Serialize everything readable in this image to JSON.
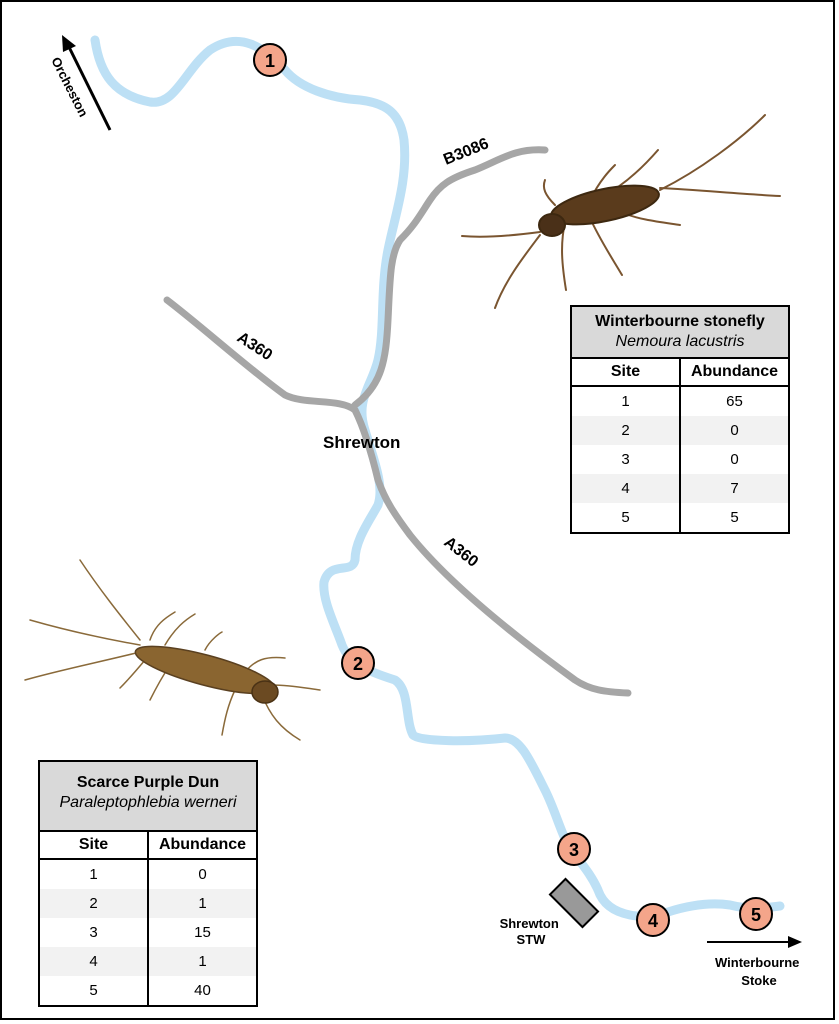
{
  "map": {
    "places": {
      "orcheston": "Orcheston",
      "shrewton": "Shrewton",
      "stw": [
        "Shrewton",
        "STW"
      ],
      "winterbourne_stoke": [
        "Winterbourne",
        "Stoke"
      ]
    },
    "roads": {
      "b3086": "B3086",
      "a360_north": "A360",
      "a360_south": "A360"
    },
    "sites": [
      "1",
      "2",
      "3",
      "4",
      "5"
    ],
    "colors": {
      "river": "#bde0f5",
      "road": "#a6a6a6",
      "site_marker": "#f4a58a",
      "stw_building": "#999999",
      "table_header": "#d9d9d9"
    }
  },
  "stonefly_table": {
    "common_name": "Winterbourne stonefly",
    "latin_name": "Nemoura lacustris",
    "col_site": "Site",
    "col_abundance": "Abundance",
    "rows": [
      {
        "site": "1",
        "abundance": "65"
      },
      {
        "site": "2",
        "abundance": "0"
      },
      {
        "site": "3",
        "abundance": "0"
      },
      {
        "site": "4",
        "abundance": "7"
      },
      {
        "site": "5",
        "abundance": "5"
      }
    ]
  },
  "dun_table": {
    "common_name": "Scarce Purple Dun",
    "latin_name": "Paraleptophlebia werneri",
    "col_site": "Site",
    "col_abundance": "Abundance",
    "rows": [
      {
        "site": "1",
        "abundance": "0"
      },
      {
        "site": "2",
        "abundance": "1"
      },
      {
        "site": "3",
        "abundance": "15"
      },
      {
        "site": "4",
        "abundance": "1"
      },
      {
        "site": "5",
        "abundance": "40"
      }
    ]
  }
}
